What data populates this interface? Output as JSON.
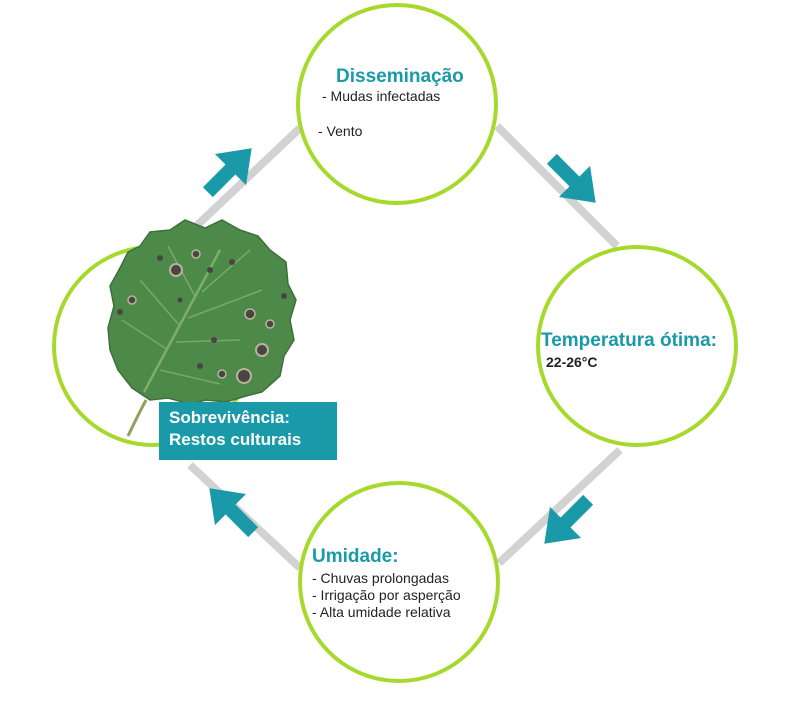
{
  "colors": {
    "ring": "#a6d92b",
    "connector": "#d2d2d2",
    "arrow": "#1a9aa8",
    "heading": "#1a9aa8",
    "text": "#222222",
    "label_box": "#1a9aa8"
  },
  "stages": {
    "dissemination": {
      "title": "Disseminação",
      "items": [
        "- Mudas infectadas",
        "- Vento"
      ]
    },
    "temperature": {
      "title": "Temperatura ótima:",
      "value": "22-26°C"
    },
    "humidity": {
      "title": "Umidade:",
      "items": [
        "- Chuvas prolongadas",
        "- Irrigação por asperção",
        "- Alta umidade relativa"
      ]
    },
    "survival": {
      "line1": "Sobrevivência:",
      "line2": "Restos culturais"
    }
  },
  "icons": {
    "leaf": "strawberry-leaf-spot-icon"
  }
}
